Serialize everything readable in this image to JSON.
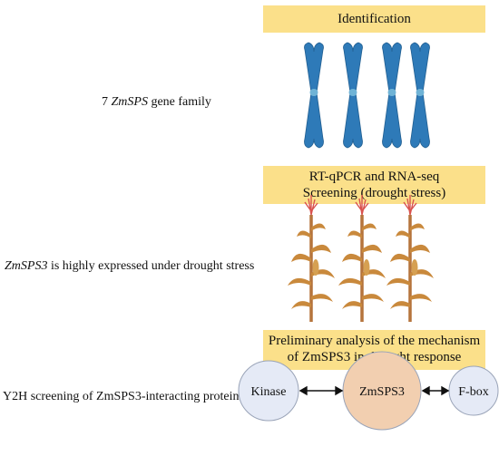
{
  "stages": [
    {
      "banner_lines": [
        "Identification"
      ]
    },
    {
      "banner_lines": [
        "RT-qPCR and RNA-seq",
        "Screening (drought stress)"
      ]
    },
    {
      "banner_lines": [
        "Preliminary analysis of the mechanism",
        "of ZmSPS3 in drought response"
      ]
    }
  ],
  "findings": [
    {
      "pre": "7 ",
      "italic": "ZmSPS",
      "post": " gene family"
    },
    {
      "pre": "",
      "italic": "ZmSPS3",
      "post": " is highly expressed under drought stress"
    },
    {
      "pre": "Y2H screening of ZmSPS3-interacting proteins",
      "italic": "",
      "post": ""
    }
  ],
  "network": {
    "center": "ZmSPS3",
    "left": "Kinase",
    "right": "F-box"
  },
  "colors": {
    "banner": "#fbe08a",
    "chromosome": "#2e7ab8",
    "centromere": "#6fb3d6",
    "stalk": "#b5743c",
    "leaf": "#c9893c",
    "tassel": "#d9534f",
    "node_fill_small": "#e5eaf6",
    "node_fill_center": "#f2cfb0",
    "node_stroke": "#9aa4b8"
  }
}
